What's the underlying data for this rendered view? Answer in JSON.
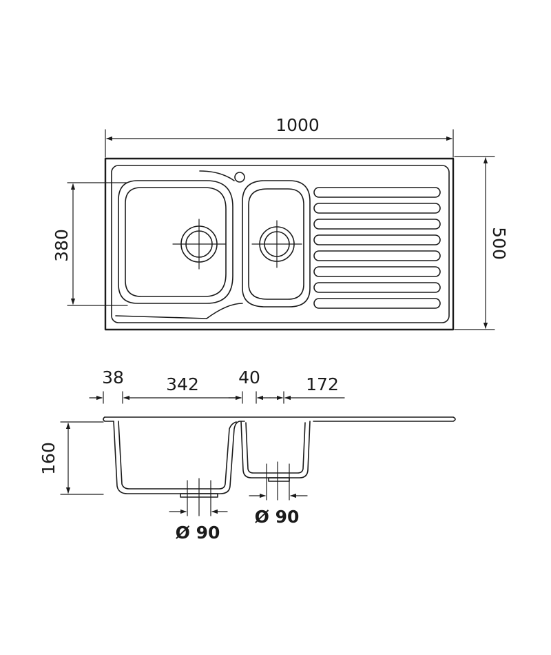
{
  "top_view": {
    "width_label": "1000",
    "depth_label": "500",
    "bowl_depth_label": "380"
  },
  "section_view": {
    "flange_label": "38",
    "main_bowl_label": "342",
    "divider_label": "40",
    "second_bowl_label": "172",
    "height_label": "160",
    "drain_main_label": "Ø 90",
    "drain_second_label": "Ø 90"
  },
  "colors": {
    "line": "#1a1a1a",
    "background": "#ffffff"
  }
}
